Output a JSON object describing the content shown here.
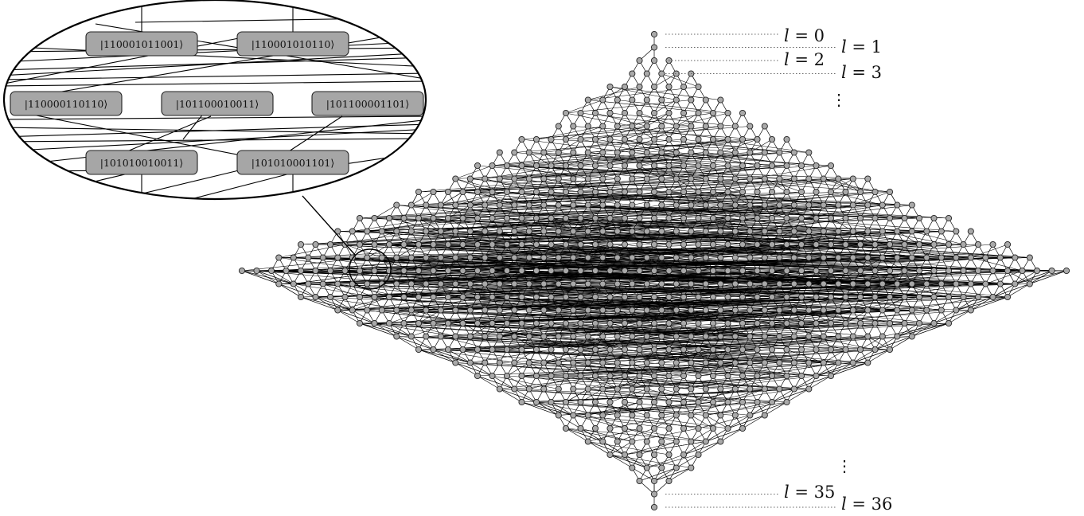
{
  "diagram": {
    "levels": {
      "count": 37,
      "first": 0,
      "last": 36,
      "labels": [
        {
          "level": 0,
          "var": "l",
          "text": " = 0"
        },
        {
          "level": 1,
          "var": "l",
          "text": " = 1"
        },
        {
          "level": 2,
          "var": "l",
          "text": " = 2"
        },
        {
          "level": 3,
          "var": "l",
          "text": " = 3"
        },
        {
          "level": 35,
          "var": "l",
          "text": " = 35"
        },
        {
          "level": 36,
          "var": "l",
          "text": " = 36"
        }
      ],
      "ellipsis": "⋮"
    },
    "zoom_inset": {
      "states": [
        "|110001011001⟩",
        "|110001010110⟩",
        "|110000110110⟩",
        "|101100010011⟩",
        "|101100001101⟩",
        "|101010010011⟩",
        "|101010001101⟩"
      ]
    },
    "colors": {
      "node_fill": "#a9a9a9",
      "node_stroke": "#222222",
      "edge": "#000000",
      "box_fill": "#a6a6a6",
      "leader": "#666666"
    }
  }
}
